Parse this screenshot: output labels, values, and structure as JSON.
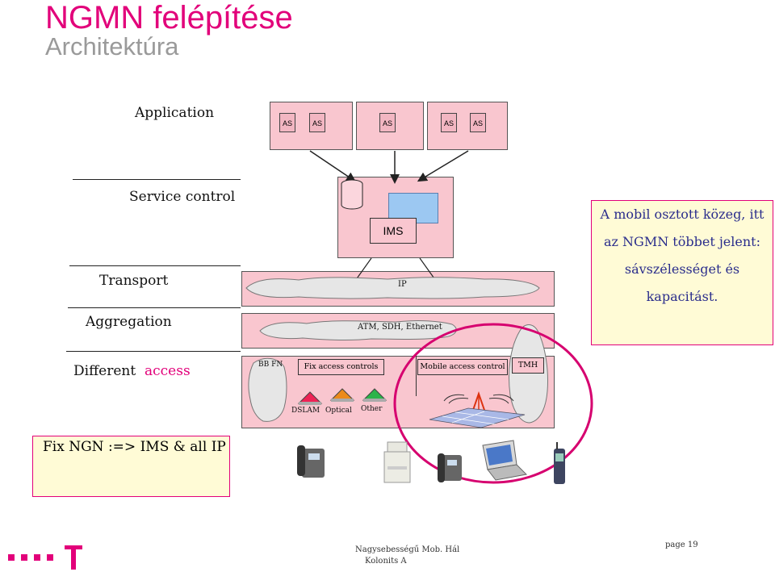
{
  "title": "NGMN felépítése",
  "subtitle": "Architektúra",
  "layers": {
    "application": "Application",
    "service_control": "Service control",
    "transport": "Transport",
    "aggregation": "Aggregation",
    "different": "Different",
    "access": "access"
  },
  "diagram": {
    "as_label": "AS",
    "ims": "IMS",
    "ip": "IP",
    "atm": "ATM, SDH, Ethernet",
    "bb_fn": "BB FN",
    "fix_access": "Fix access controls",
    "mobile_access": "Mobile access control",
    "tmh": "TMH",
    "dslam": "DSLAM",
    "optical": "Optical",
    "other": "Other"
  },
  "note": {
    "lines": [
      "A mobil osztott közeg, itt",
      "az NGMN többet jelent:",
      "sávszélességet és",
      "kapacitást."
    ]
  },
  "fix_ngn": "Fix NGN :=>  IMS & all IP",
  "footer": {
    "line1": "Nagysebességű Mob. Hál",
    "line2": "Kolonits A",
    "page": "page  19"
  },
  "colors": {
    "magenta": "#e2007a",
    "pink_box": "#f9c6cf",
    "note_bg": "#fffbd6",
    "note_text": "#2a2d8c"
  },
  "icons": [
    "desk-phone-icon",
    "fax-machine-icon",
    "desk-phone-icon",
    "laptop-icon",
    "mobile-phone-icon",
    "antenna-icon",
    "telekom-logo-icon"
  ]
}
